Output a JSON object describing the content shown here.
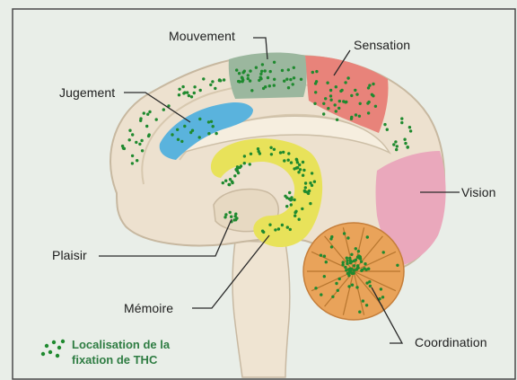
{
  "labels": {
    "mouvement": "Mouvement",
    "sensation": "Sensation",
    "jugement": "Jugement",
    "vision": "Vision",
    "plaisir": "Plaisir",
    "memoire": "Mémoire",
    "coordination": "Coordination"
  },
  "legend": {
    "line1": "Localisation de la",
    "line2": "fixation de THC",
    "symbol": "green-dots-icon"
  },
  "colors": {
    "background": "#e9eee8",
    "brain": "#ede1cf",
    "mouvement_zone": "#9bb79e",
    "sensation_zone": "#e8837a",
    "jugement_zone": "#5ab3dd",
    "vision_zone": "#eaa8bc",
    "memoire_zone": "#e8e25a",
    "coordination_zone": "#e9a35a",
    "dots": "#1f8a2f",
    "legend_text": "#2f7d43"
  }
}
